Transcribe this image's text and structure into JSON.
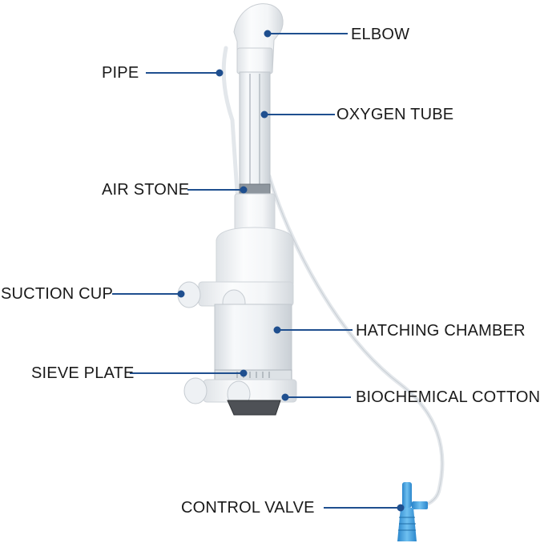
{
  "labels": {
    "elbow": "ELBOW",
    "pipe": "PIPE",
    "oxygen_tube": "OXYGEN TUBE",
    "air_stone": "AIR STONE",
    "suction_cup": "SUCTION CUP",
    "hatching_chamber": "HATCHING CHAMBER",
    "sieve_plate": "SIEVE PLATE",
    "biochemical_cotton": "BIOCHEMICAL COTTON",
    "control_valve": "CONTROL VALVE"
  },
  "colors": {
    "leader_line": "#1f4f8f",
    "leader_dot": "#1f4f8f",
    "label_text": "#1a1a1a",
    "valve_blue": "#3f9fe0",
    "device_white": "#f2f4f6",
    "device_shadow": "#cdd3d9"
  }
}
